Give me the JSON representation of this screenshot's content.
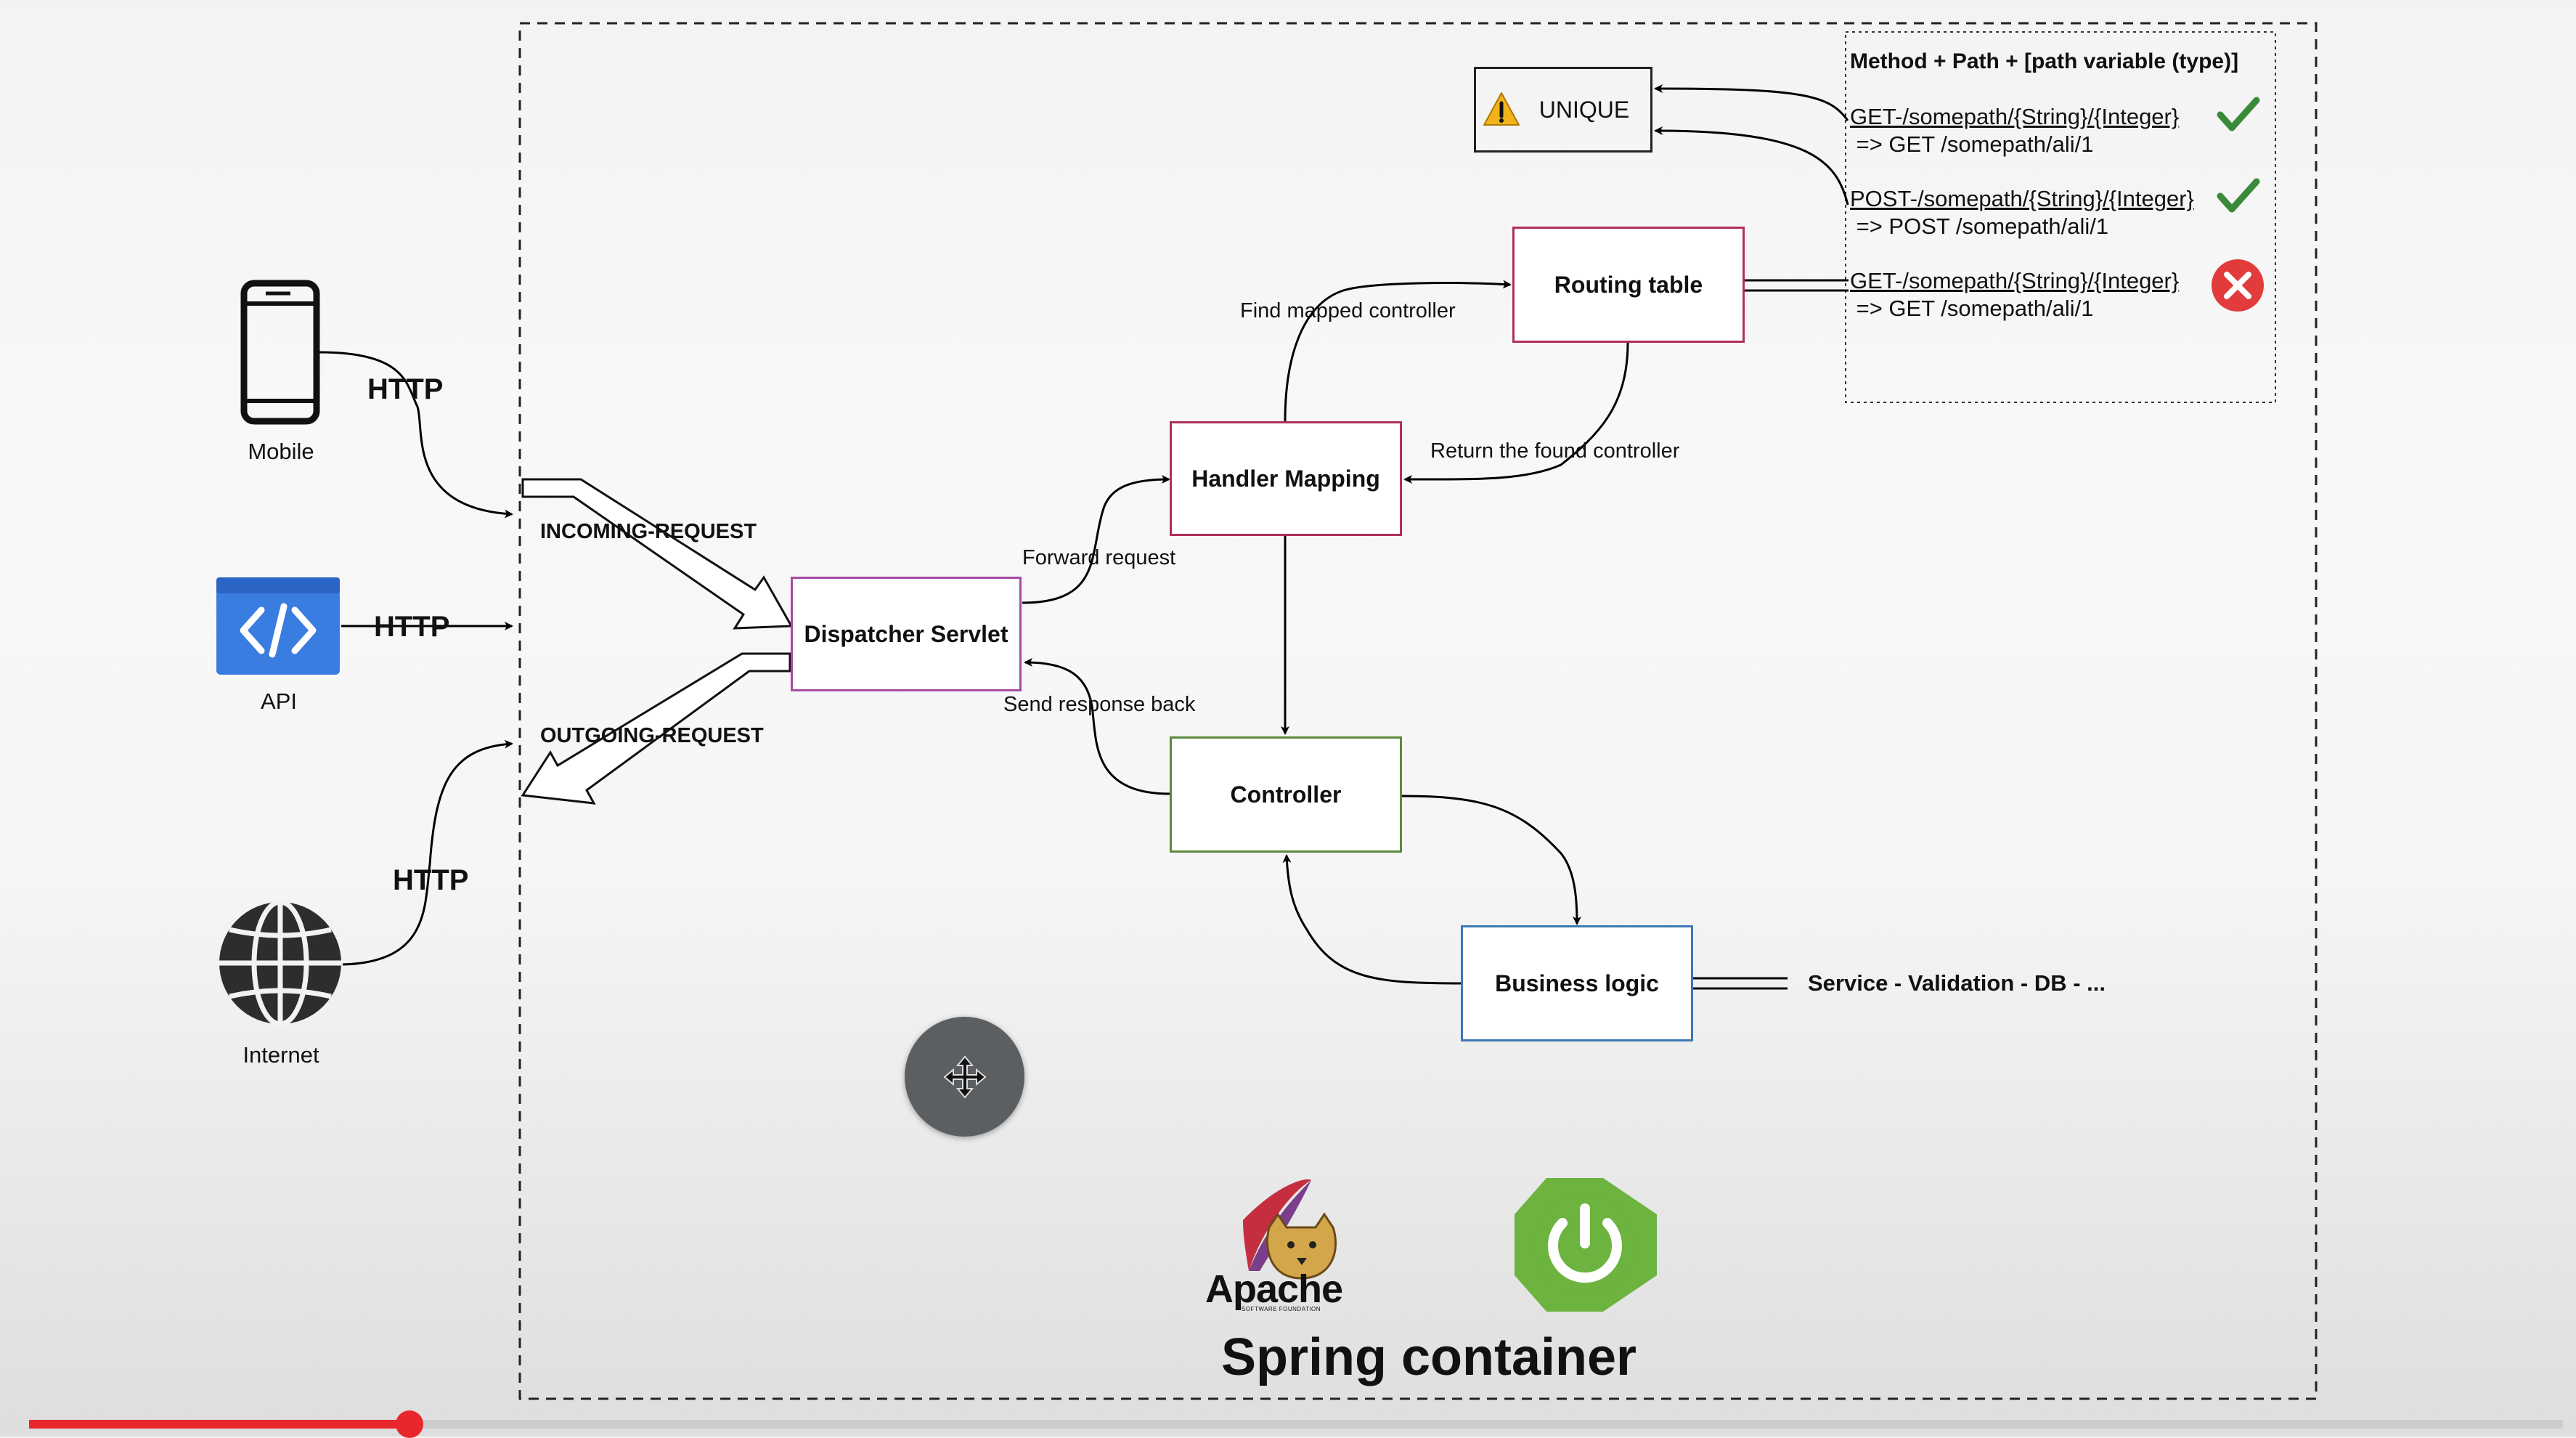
{
  "container": {
    "title": "Spring container"
  },
  "devices": {
    "mobile": {
      "label": "Mobile"
    },
    "api": {
      "label": "API"
    },
    "internet": {
      "label": "Internet"
    }
  },
  "http_labels": [
    "HTTP",
    "HTTP",
    "HTTP"
  ],
  "flow_labels": {
    "incoming": "INCOMING-REQUEST",
    "outgoing": "OUTGOING-REQUEST"
  },
  "nodes": {
    "dispatcher": "Dispatcher Servlet",
    "handler_mapping": "Handler Mapping",
    "routing_table": "Routing table",
    "controller": "Controller",
    "business_logic": "Business logic",
    "unique": "UNIQUE"
  },
  "edge_labels": {
    "forward_request": "Forward request",
    "send_response_back": "Send response back",
    "find_mapped_controller": "Find mapped controller",
    "return_found_controller": "Return the found controller",
    "business_tail": "Service - Validation - DB - ..."
  },
  "routes_panel": {
    "header": "Method + Path + [path variable (type)]",
    "routes": [
      {
        "path": "GET-/somepath/{String}/{Integer}",
        "example": " => GET /somepath/ali/1",
        "status": "valid"
      },
      {
        "path": "POST-/somepath/{String}/{Integer}",
        "example": " => POST /somepath/ali/1",
        "status": "valid"
      },
      {
        "path": "GET-/somepath/{String}/{Integer}",
        "example": " => GET /somepath/ali/1",
        "status": "conflict"
      }
    ]
  },
  "logos": {
    "apache": {
      "wordmark": "Apache",
      "sub": "SOFTWARE FOUNDATION"
    },
    "spring": {
      "icon": "spring-power-icon"
    }
  },
  "colors": {
    "dispatcher_border": "#a64ca6",
    "handler_border": "#b0305a",
    "routing_border": "#b0305a",
    "controller_border": "#5a8a3a",
    "business_border": "#3c78b5",
    "check": "#3a8a3a",
    "cross": "#e23b3b",
    "spring_green": "#6db33f",
    "api_blue": "#3a7de0",
    "progress": "#e7272b"
  },
  "player": {
    "progress_fraction": 0.15
  }
}
